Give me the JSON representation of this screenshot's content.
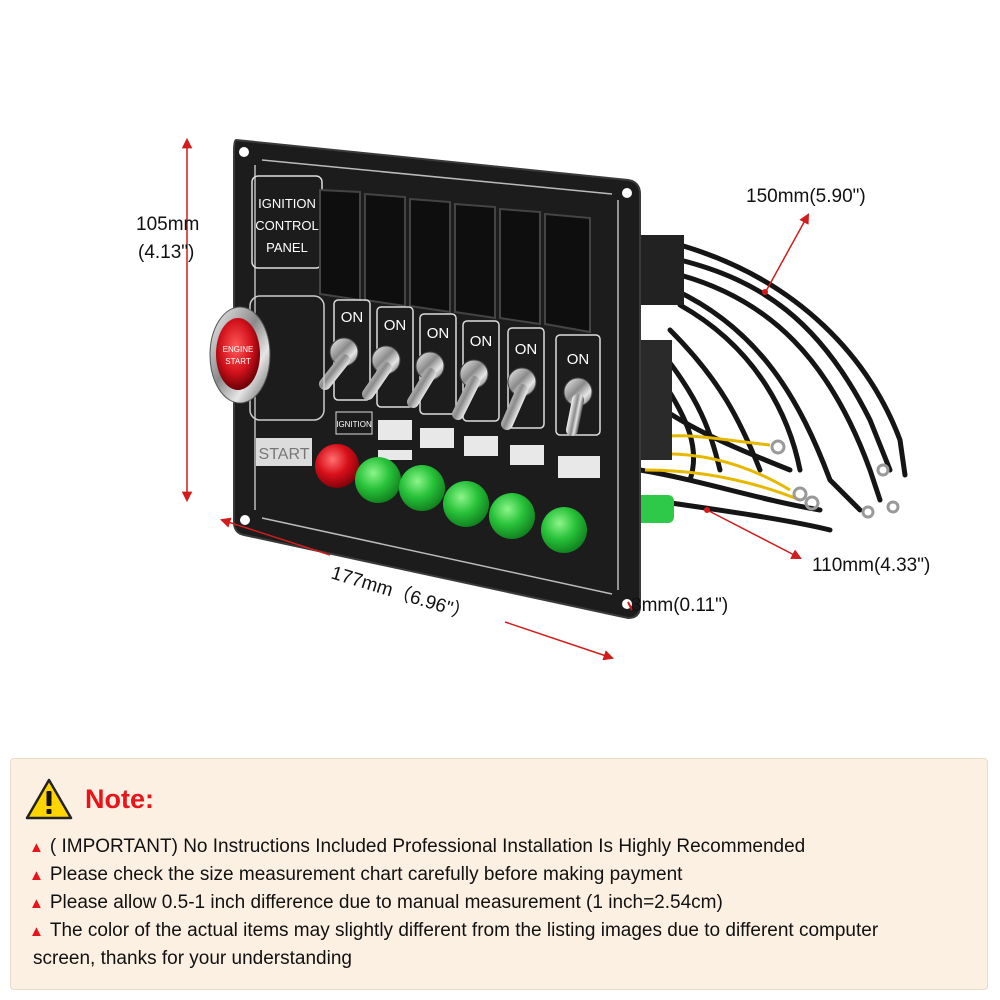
{
  "panel": {
    "label_line1": "IGNITION",
    "label_line2": "CONTROL",
    "label_line3": "PANEL",
    "start_label": "START",
    "ignition_label": "IGNITION",
    "button_text_1": "ENGINE",
    "button_text_2": "START",
    "switch_labels": [
      "ON",
      "ON",
      "ON",
      "ON",
      "ON",
      "ON"
    ]
  },
  "dimensions": {
    "height_mm": "105mm",
    "height_in": "(4.13\")",
    "width": "177mm（6.96\"）",
    "wire_top": "150mm(5.90\")",
    "wire_side": "110mm(4.33\")",
    "thickness": "3mm(0.11\")"
  },
  "note": {
    "title": "Note:",
    "lines": [
      "( IMPORTANT) No Instructions Included Professional Installation Is Highly Recommended",
      "Please check the size measurement chart carefully before making payment",
      "Please allow 0.5-1 inch difference due to manual measurement (1 inch=2.54cm)",
      "The color of the actual items may slightly different from the listing images due to different computer",
      "screen, thanks for your understanding"
    ]
  },
  "colors": {
    "accent_red": "#e8141a",
    "note_bg": "#fcf0e2",
    "panel": "#1c1c1c",
    "led_green": "#2ec43a",
    "led_red": "#d8101a"
  }
}
